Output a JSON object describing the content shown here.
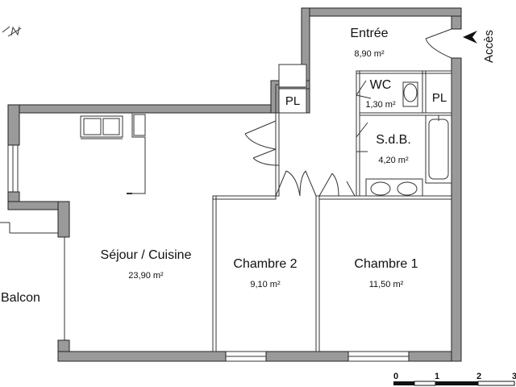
{
  "rooms": {
    "entree": {
      "name": "Entrée",
      "area": "8,90 m²"
    },
    "wc": {
      "name": "WC",
      "area": "1,30 m²"
    },
    "sdb": {
      "name": "S.d.B.",
      "area": "4,20 m²"
    },
    "sejour": {
      "name": "Séjour / Cuisine",
      "area": "23,90 m²"
    },
    "chambre2": {
      "name": "Chambre 2",
      "area": "9,10 m²"
    },
    "chambre1": {
      "name": "Chambre 1",
      "area": "11,50 m²"
    },
    "balcon": {
      "name": "Balcon"
    }
  },
  "placards": [
    "PL",
    "PL"
  ],
  "access": "Accès",
  "scale": {
    "ticks": [
      "0",
      "1",
      "2",
      "3"
    ]
  },
  "colors": {
    "wall": "#9a9a9a",
    "outline": "#222222"
  }
}
